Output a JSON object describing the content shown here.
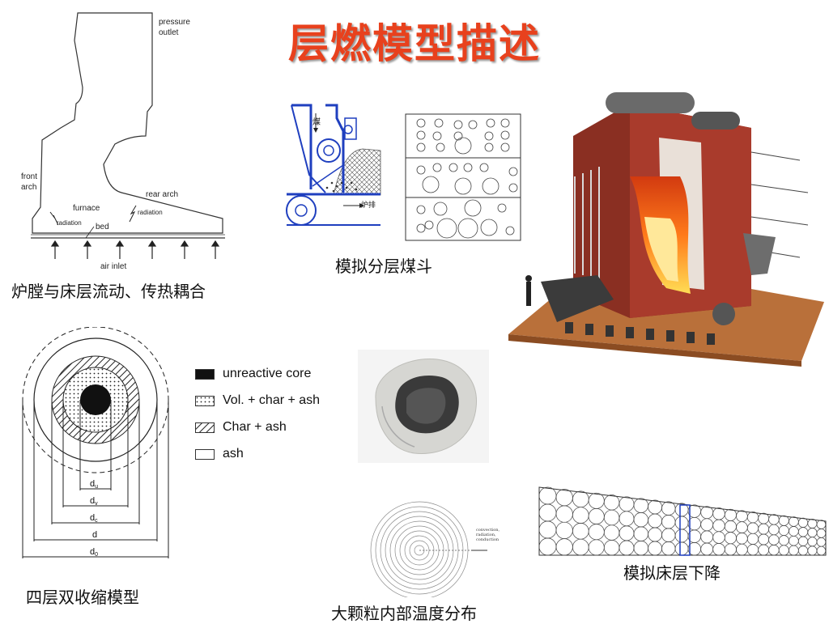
{
  "title": "层燃模型描述",
  "captions": {
    "furnace_coupling": "炉膛与床层流动、传热耦合",
    "coal_hopper": "模拟分层煤斗",
    "shrinking_model": "四层双收缩模型",
    "particle_temp": "大颗粒内部温度分布",
    "bed_descent": "模拟床层下降"
  },
  "furnace_diagram": {
    "pressure_outlet": [
      "pressure",
      "outlet"
    ],
    "front_arch": [
      "front",
      "arch"
    ],
    "rear_arch": "rear arch",
    "furnace": "furnace",
    "radiation": "radiation",
    "bed": "bed",
    "air_inlet": "air inlet"
  },
  "hopper_diagram": {
    "coal_label": "煤",
    "grate_label": "炉排"
  },
  "legend": [
    {
      "label": "unreactive core",
      "fill": "#111111",
      "pattern": "solid"
    },
    {
      "label": "Vol. + char + ash",
      "fill": "#ffffff",
      "pattern": "dots"
    },
    {
      "label": "Char + ash",
      "fill": "#ffffff",
      "pattern": "hatch"
    },
    {
      "label": "ash",
      "fill": "#ffffff",
      "pattern": "none"
    }
  ],
  "shrinking_dims": [
    "d",
    "d",
    "d",
    "d",
    "d"
  ],
  "shrinking_subs": [
    "u",
    "v",
    "c",
    "",
    "0"
  ],
  "particle_annotation": [
    "convection,",
    "radiation,",
    "conduction"
  ],
  "colors": {
    "title": "#e8411d",
    "hopper_blue": "#1f3fbf"
  }
}
